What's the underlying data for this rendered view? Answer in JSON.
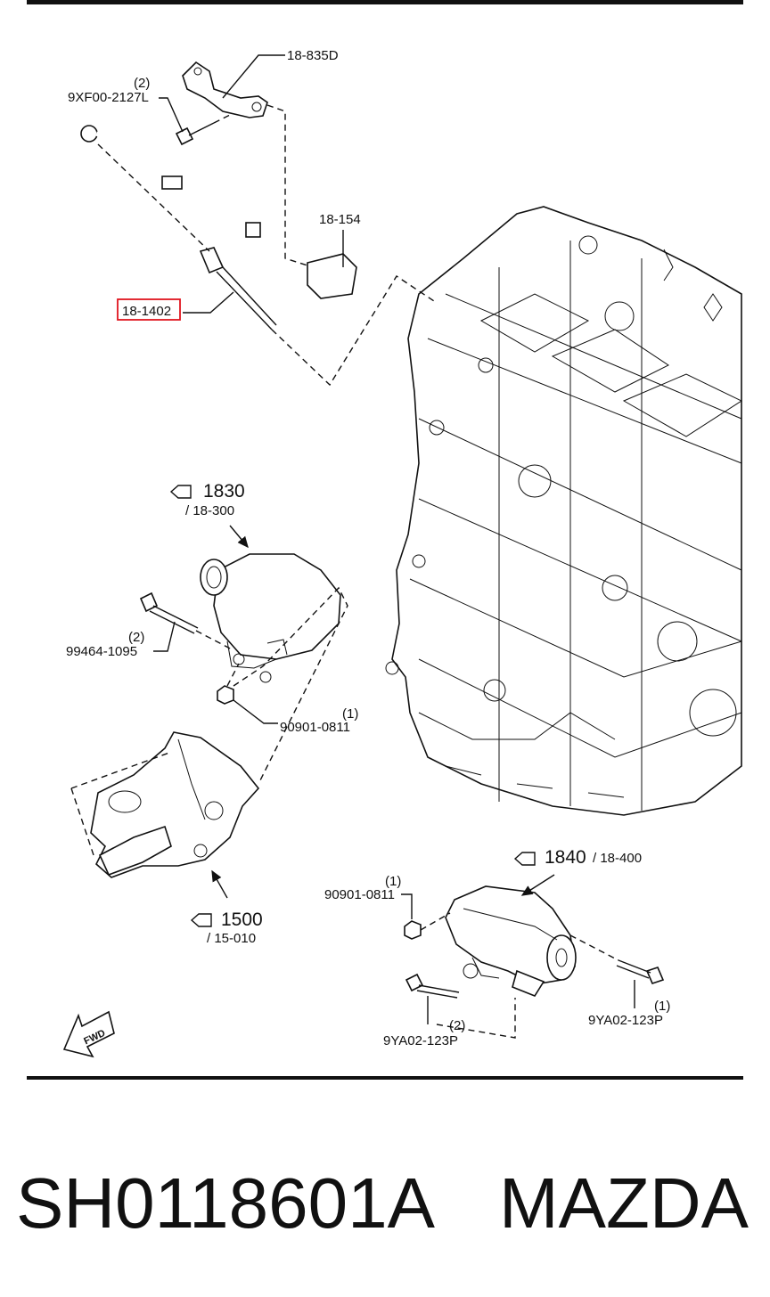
{
  "callouts": {
    "bracket": {
      "part": "18-835D"
    },
    "bolt_top": {
      "qty": "(2)",
      "part": "9XF00-2127L"
    },
    "harness": {
      "part": "18-154"
    },
    "glow_plug": {
      "part": "18-1402",
      "highlight_color": "#e0141e"
    },
    "alternator_group": {
      "ref": "1830",
      "sub": "/ 18-300"
    },
    "alt_bolt": {
      "qty": "(2)",
      "part": "99464-1095"
    },
    "alt_nut": {
      "qty": "(1)",
      "part": "90901-0811"
    },
    "thermostat_group": {
      "ref": "1500",
      "sub": "/ 15-010"
    },
    "starter_group": {
      "ref": "1840",
      "sub": "/ 18-400"
    },
    "starter_nut": {
      "qty": "(1)",
      "part": "90901-0811"
    },
    "starter_bolt_left": {
      "qty": "(2)",
      "part": "9YA02-123P"
    },
    "starter_bolt_right": {
      "qty": "(1)",
      "part": "9YA02-123P"
    }
  },
  "fwd_marker": {
    "label": "FWD"
  },
  "footer": {
    "code": "SH0118601A",
    "brand": "MAZDA"
  }
}
